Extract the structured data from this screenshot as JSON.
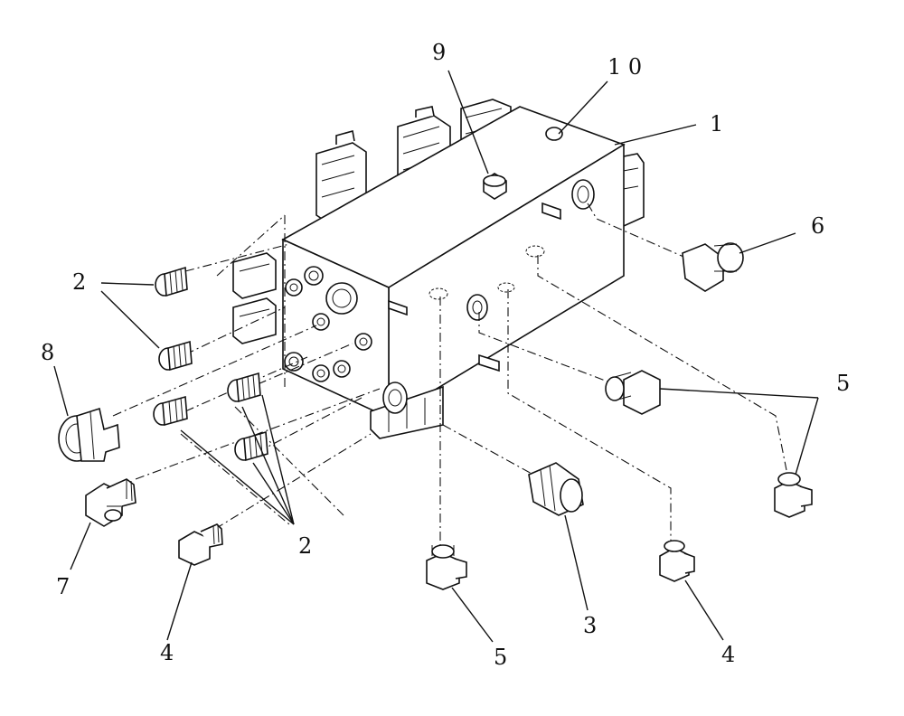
{
  "callouts": [
    {
      "id": "c1",
      "text": "1"
    },
    {
      "id": "c2a",
      "text": "2"
    },
    {
      "id": "c2b",
      "text": "2"
    },
    {
      "id": "c3",
      "text": "3"
    },
    {
      "id": "c4a",
      "text": "4"
    },
    {
      "id": "c4b",
      "text": "4"
    },
    {
      "id": "c5a",
      "text": "5"
    },
    {
      "id": "c5b",
      "text": "5"
    },
    {
      "id": "c6",
      "text": "6"
    },
    {
      "id": "c7",
      "text": "7"
    },
    {
      "id": "c8",
      "text": "8"
    },
    {
      "id": "c9",
      "text": "9"
    },
    {
      "id": "c10",
      "text": "1 0"
    }
  ]
}
